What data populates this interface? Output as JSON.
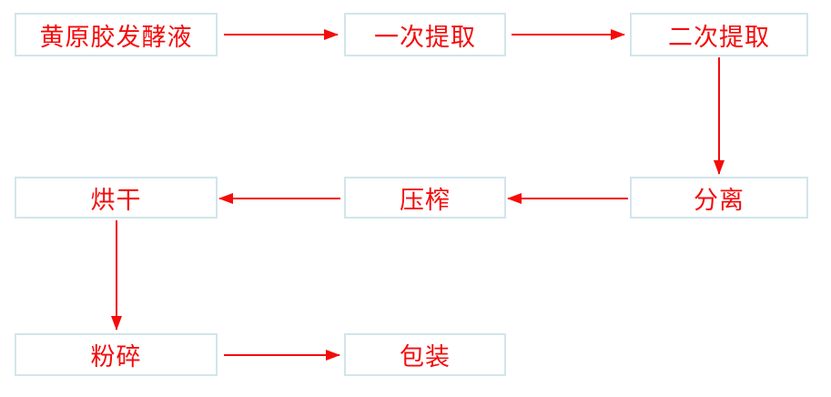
{
  "diagram": {
    "type": "flowchart",
    "background_color": "#ffffff",
    "colors": {
      "box_border": "#d2e5ec",
      "box_fill": "#ffffff",
      "text": "#f40b0b",
      "arrow": "#f40b0b"
    },
    "nodes": [
      {
        "id": "fermentation-broth",
        "label": "黄原胶发酵液"
      },
      {
        "id": "first-extraction",
        "label": "一次提取"
      },
      {
        "id": "second-extraction",
        "label": "二次提取"
      },
      {
        "id": "drying",
        "label": "烘干"
      },
      {
        "id": "pressing",
        "label": "压榨"
      },
      {
        "id": "separation",
        "label": "分离"
      },
      {
        "id": "crushing",
        "label": "粉碎"
      },
      {
        "id": "packaging",
        "label": "包装"
      }
    ],
    "edges": [
      {
        "from": "fermentation-broth",
        "to": "first-extraction",
        "direction": "right"
      },
      {
        "from": "first-extraction",
        "to": "second-extraction",
        "direction": "right"
      },
      {
        "from": "second-extraction",
        "to": "separation",
        "direction": "down"
      },
      {
        "from": "separation",
        "to": "pressing",
        "direction": "left"
      },
      {
        "from": "pressing",
        "to": "drying",
        "direction": "left"
      },
      {
        "from": "drying",
        "to": "crushing",
        "direction": "down"
      },
      {
        "from": "crushing",
        "to": "packaging",
        "direction": "right"
      }
    ]
  }
}
